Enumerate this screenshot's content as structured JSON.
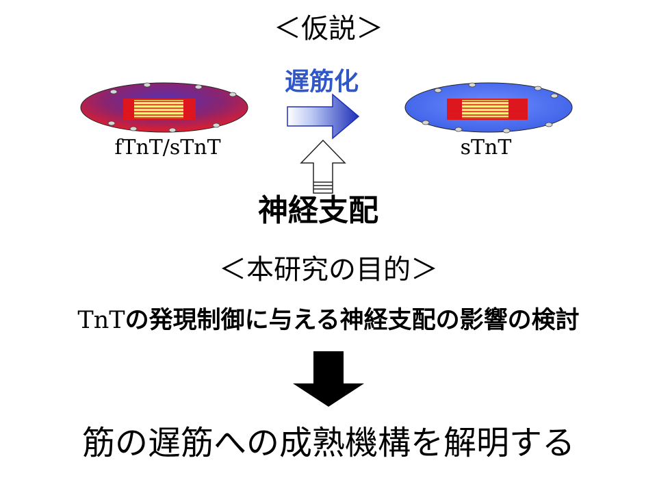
{
  "hypothesis": {
    "title": "＜仮説＞",
    "arrow_label": "遅筋化",
    "left_caption": "fTnT/sTnT",
    "right_caption": "sTnT",
    "innervation_label": "神経支配"
  },
  "purpose": {
    "title": "＜本研究の目的＞",
    "text_latin": "TnT",
    "text_rest": "の発現制御に与える神経支配の影響の検討"
  },
  "conclusion": "筋の遅筋への成熟機構を解明する",
  "colors": {
    "arrow_label": "#2F57C8",
    "left_cell": "#C0203C",
    "right_cell": "#4F7BF0",
    "stripe_red": "#E8101A",
    "stripe_yellow": "#F6F07A"
  },
  "icons": [
    "right-arrow-icon",
    "up-arrow-icon",
    "down-arrow-icon"
  ]
}
